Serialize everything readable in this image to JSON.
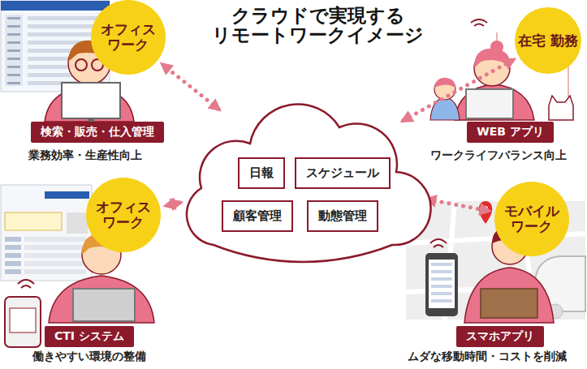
{
  "diagram": {
    "title": "クラウドで実現する リモートワークイメージ",
    "nodes": [
      {
        "text": [
          "オフィス ワーク"
        ]
      },
      {
        "text": [
          "検索・販売・仕入管理"
        ]
      },
      {
        "text": [
          "在宅 勤務"
        ]
      },
      {
        "text": [
          "WEB アプリ"
        ]
      },
      {
        "text": []
      },
      {
        "text": [
          "日報"
        ],
        "in": 4
      },
      {
        "text": [
          "スケジュール"
        ],
        "in": 4
      },
      {
        "text": [
          "顧客管理"
        ],
        "in": 4
      },
      {
        "text": [
          "動態管理"
        ],
        "in": 4
      },
      {
        "text": [
          "オフィス ワーク"
        ]
      },
      {
        "text": [
          "CTI システム"
        ]
      },
      {
        "text": [
          "モバイル ワーク"
        ]
      },
      {
        "text": [
          "スマホアプリ"
        ]
      }
    ],
    "edges": [
      {
        "from": 4,
        "to": 0,
        "arrow": "both"
      },
      {
        "from": 4,
        "to": 2,
        "arrow": "both"
      },
      {
        "from": 4,
        "to": 9,
        "arrow": "both"
      },
      {
        "from": 4,
        "to": 11,
        "arrow": "both"
      }
    ],
    "labels": [
      "業務効率・生産性向上",
      "ワークライフバランス向上",
      "働きやすい環境の整備",
      "ムダな移動時間・コストを削減"
    ]
  }
}
